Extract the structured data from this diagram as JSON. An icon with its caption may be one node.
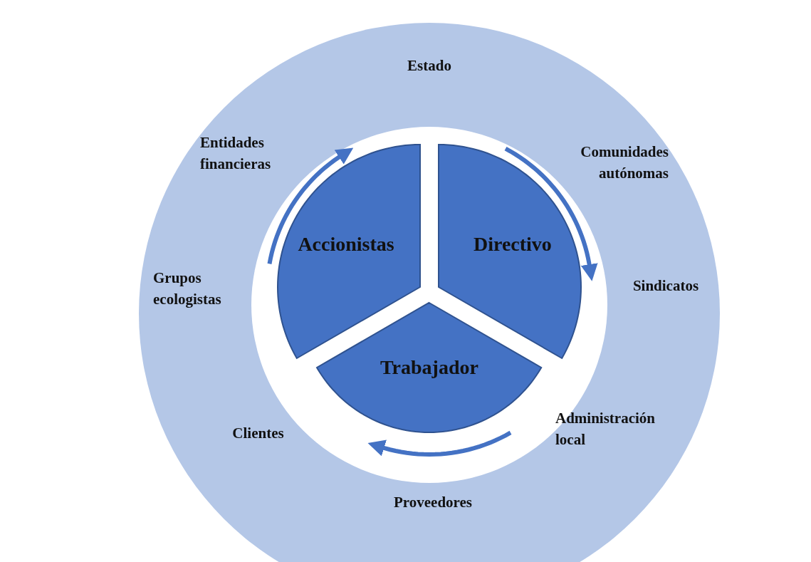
{
  "diagram": {
    "nodes": [
      {
        "text": [
          "Accionistas"
        ]
      },
      {
        "text": [
          "Directivo"
        ]
      },
      {
        "text": [
          "Trabajador"
        ]
      }
    ],
    "labels": [
      "Estado",
      "Entidades financieras",
      "Comunidades autónomas",
      "Grupos ecologistas",
      "Sindicatos",
      "Administración local",
      "Clientes",
      "Proveedores"
    ]
  }
}
